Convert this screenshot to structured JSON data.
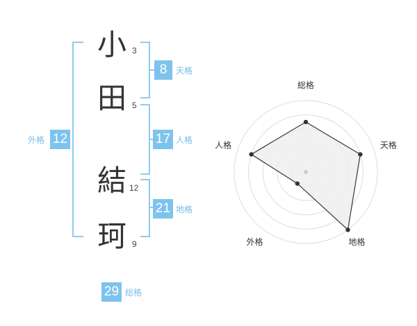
{
  "name": {
    "chars": [
      {
        "char": "小",
        "strokes": "3"
      },
      {
        "char": "田",
        "strokes": "5"
      },
      {
        "char": "結",
        "strokes": "12"
      },
      {
        "char": "珂",
        "strokes": "9"
      }
    ]
  },
  "kaku": {
    "tenkaku": {
      "value": "8",
      "label": "天格"
    },
    "jinkaku": {
      "value": "17",
      "label": "人格"
    },
    "chikaku": {
      "value": "21",
      "label": "地格"
    },
    "gaikaku": {
      "value": "12",
      "label": "外格"
    },
    "soukaku": {
      "value": "29",
      "label": "総格"
    }
  },
  "colors": {
    "accent": "#7ec3ee",
    "bracket": "#8fcbf0",
    "polygon_fill": "#eeeeee",
    "ring": "#dddddd"
  },
  "chart_data": {
    "type": "radar",
    "axes": [
      "総格",
      "天格",
      "地格",
      "外格",
      "人格"
    ],
    "scale": [
      0,
      5
    ],
    "rings": 5,
    "values": [
      3.5,
      4.0,
      5.0,
      1.0,
      4.0
    ]
  }
}
